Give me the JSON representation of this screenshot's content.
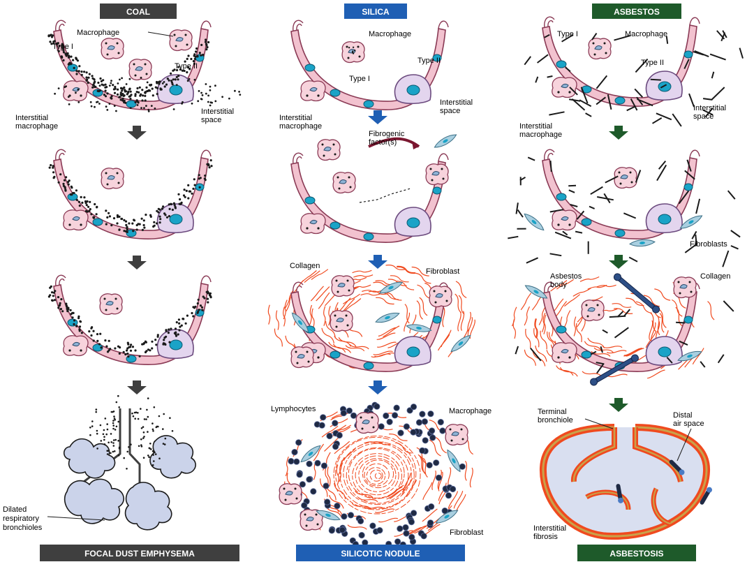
{
  "columns": {
    "coal": {
      "header": "COAL",
      "footer": "FOCAL DUST EMPHYSEMA",
      "color": "#3f3f3f",
      "labels": {
        "macrophage": "Macrophage",
        "type1": "Type I",
        "type2": "Type II",
        "interstitial_macrophage_1": "Interstitial",
        "interstitial_macrophage_2": "macrophage",
        "interstitial_space_1": "Interstitial",
        "interstitial_space_2": "space",
        "dilated_1": "Dilated",
        "dilated_2": "respiratory",
        "dilated_3": "bronchioles"
      }
    },
    "silica": {
      "header": "SILICA",
      "footer": "SILICOTIC NODULE",
      "color": "#1f5fb4",
      "labels": {
        "macrophage": "Macrophage",
        "type2": "Type II",
        "type1": "Type I",
        "interstitial_space_1": "Interstitial",
        "interstitial_space_2": "space",
        "interstitial_macrophage_1": "Interstitial",
        "interstitial_macrophage_2": "macrophage",
        "fibrogenic_1": "Fibrogenic",
        "fibrogenic_2": "factor(s)",
        "collagen": "Collagen",
        "fibroblast": "Fibroblast",
        "lymphocytes": "Lymphocytes",
        "macrophage_bottom": "Macrophage",
        "fibroblast_bottom": "Fibroblast"
      }
    },
    "asbestos": {
      "header": "ASBESTOS",
      "footer": "ASBESTOSIS",
      "color": "#1e5a2a",
      "labels": {
        "type1": "Type I",
        "macrophage": "Macrophage",
        "type2": "Type II",
        "interstitial_space_1": "Interstitial",
        "interstitial_space_2": "space",
        "interstitial_macrophage_1": "Interstitial",
        "interstitial_macrophage_2": "macrophage",
        "fibroblasts": "Fibroblasts",
        "asbestos_body_1": "Asbestos",
        "asbestos_body_2": "body",
        "collagen": "Collagen",
        "terminal_1": "Terminal",
        "terminal_2": "bronchiole",
        "distal_1": "Distal",
        "distal_2": "air space",
        "interstitial_fibrosis_1": "Interstitial",
        "interstitial_fibrosis_2": "fibrosis"
      }
    }
  },
  "colors": {
    "membrane": "#f2c2cf",
    "membrane_stroke": "#8a3a55",
    "nucleus": "#1aa3c7",
    "type2": "#e3d5ee",
    "macrophage": "#f7d3dc",
    "macrophage_nucleus": "#8fb3d6",
    "dust": "#1a1a1a",
    "fiber": "#1a1a1a",
    "collagen": "#f04a1f",
    "fibroblast": "#a9cfe0",
    "lymphocyte": "#1f2a44",
    "airspace": "#cbd3ea",
    "arrow_coal": "#3f3f3f",
    "arrow_silica": "#1f5fb4",
    "arrow_asbestos": "#1e5a2a"
  }
}
